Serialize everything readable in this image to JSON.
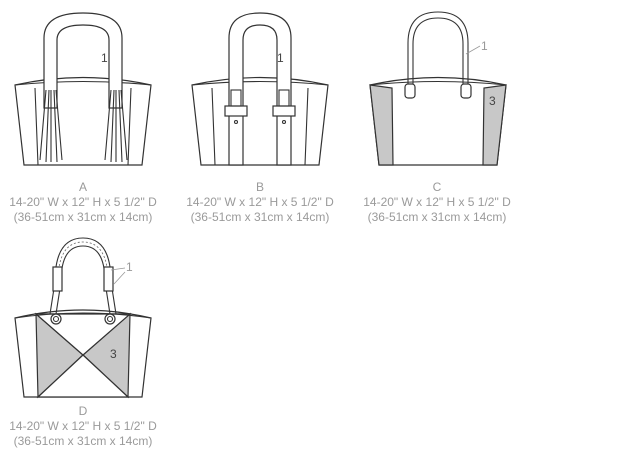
{
  "views": [
    {
      "letter": "A",
      "size_in": "14-20\" W x 12\" H x 5 1/2\" D",
      "size_cm": "(36-51cm x 31cm x 14cm)",
      "pieces": [
        "1"
      ]
    },
    {
      "letter": "B",
      "size_in": "14-20\" W x 12\" H x 5 1/2\" D",
      "size_cm": "(36-51cm x 31cm x 14cm)",
      "pieces": [
        "1"
      ]
    },
    {
      "letter": "C",
      "size_in": "14-20\" W x 12\" H x 5 1/2\" D",
      "size_cm": "(36-51cm x 31cm x 14cm)",
      "pieces": [
        "1",
        "3"
      ]
    },
    {
      "letter": "D",
      "size_in": "14-20\" W x 12\" H x 5 1/2\" D",
      "size_cm": "(36-51cm x 31cm x 14cm)",
      "pieces": [
        "1",
        "3"
      ]
    }
  ]
}
